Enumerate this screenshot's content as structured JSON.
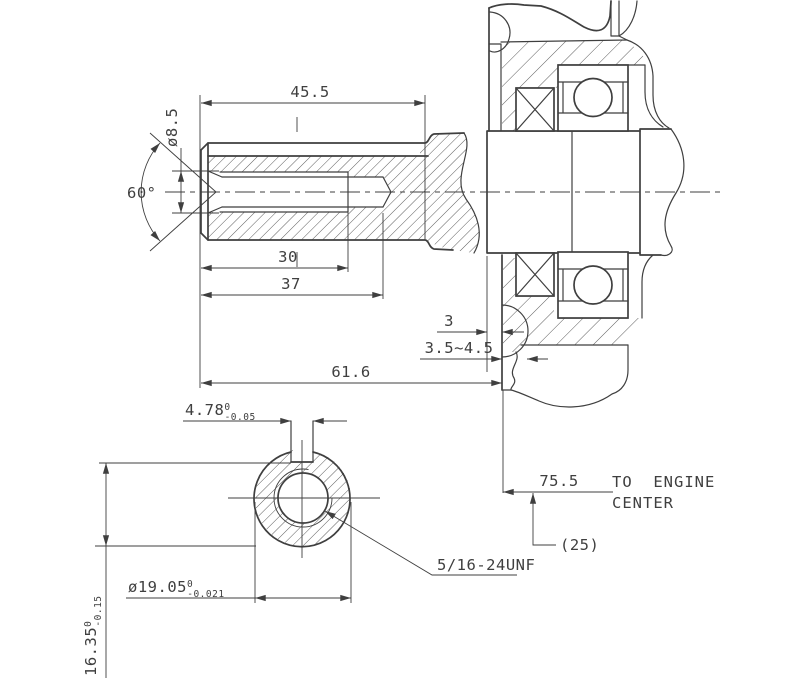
{
  "drawing": {
    "kind": "engine crankshaft PTO end dimension drawing",
    "colors": {
      "line": "#3f3f3f",
      "background": "#ffffff"
    },
    "dims": {
      "shaft_length": "45.5",
      "thread_depth": "30",
      "hole_depth": "37",
      "total_length": "61.6",
      "shoulder_gap": "3",
      "face_clearance": "3.5~4.5",
      "engine_center_distance": "75.5",
      "engine_center_ref": "(25)",
      "note_line1": "TO  ENGINE",
      "note_line2": "CENTER",
      "hole_diameter": "ø8.5",
      "countersink_angle": "60°",
      "thread_spec": "5/16-24UNF",
      "keyway_width": {
        "value": "4.78",
        "tol_upper": "0",
        "tol_lower": "-0.05"
      },
      "shaft_diameter": {
        "value": "ø19.05",
        "tol_upper": "0",
        "tol_lower": "-0.021"
      },
      "keyway_depth": {
        "value": "16.35",
        "tol_upper": "0",
        "tol_lower": "-0.15"
      }
    }
  }
}
